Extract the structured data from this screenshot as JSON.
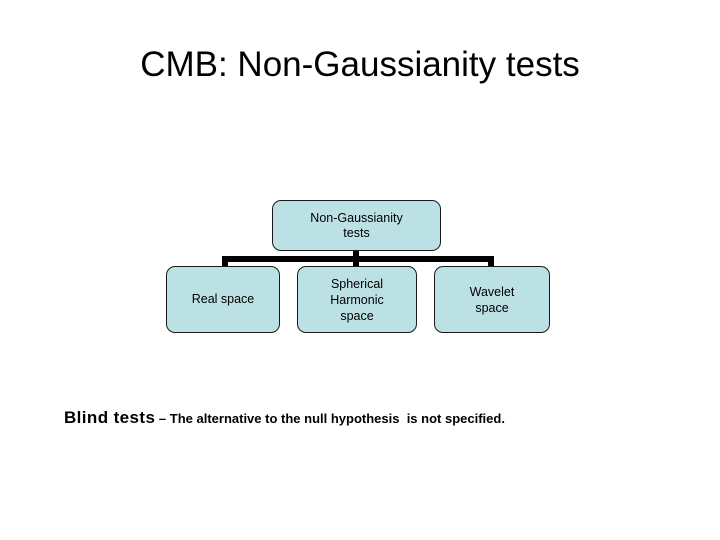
{
  "slide": {
    "title": "CMB: Non-Gaussianity tests",
    "background_color": "#ffffff",
    "text_color": "#000000"
  },
  "diagram": {
    "type": "org-chart",
    "node_fill_color": "#bbe1e5",
    "node_border_color": "#1a1a1a",
    "connector_color": "#000000",
    "root": {
      "label": "Non-Gaussianity\ntests"
    },
    "children": [
      {
        "label": "Real space"
      },
      {
        "label": "Spherical\nHarmonic\nspace"
      },
      {
        "label": "Wavelet\nspace"
      }
    ]
  },
  "body": {
    "lead": "Blind tests",
    "rest": " – The alternative to the null hypothesis  is not specified."
  }
}
